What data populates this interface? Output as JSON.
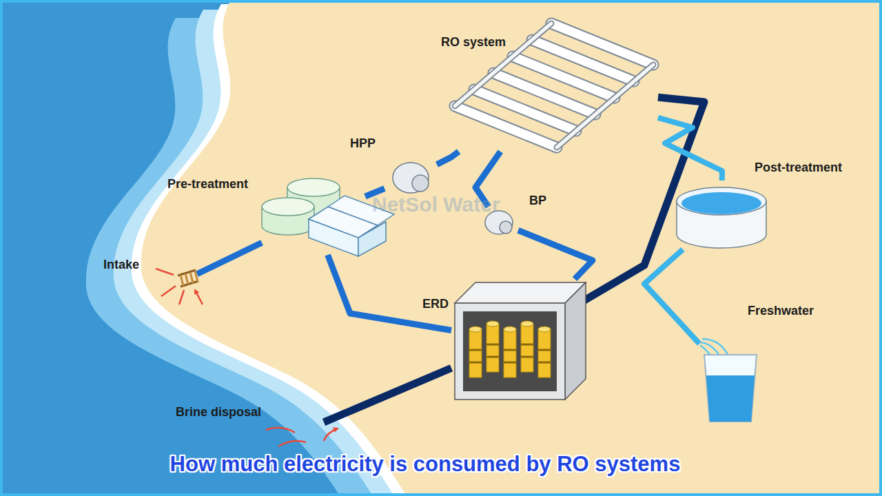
{
  "diagram": {
    "title": "How much electricity is consumed by RO systems",
    "nodes": [
      {
        "text": [
          "Intake"
        ]
      },
      {
        "text": [
          "Pre-treatment"
        ]
      },
      {
        "text": [
          "HPP"
        ]
      },
      {
        "text": [
          "BP"
        ]
      },
      {
        "text": [
          "RO system"
        ]
      },
      {
        "text": [
          "ERD"
        ]
      },
      {
        "text": [
          "Post-treatment"
        ]
      },
      {
        "text": [
          "Freshwater"
        ]
      },
      {
        "text": [
          "Brine disposal"
        ]
      }
    ],
    "edges": [
      {
        "from": 0,
        "to": 1,
        "arrow": "none"
      },
      {
        "from": 1,
        "to": 2,
        "arrow": "none"
      },
      {
        "from": 1,
        "to": 5,
        "arrow": "none"
      },
      {
        "from": 2,
        "to": 4,
        "arrow": "none"
      },
      {
        "from": 3,
        "to": 4,
        "arrow": "none"
      },
      {
        "from": 5,
        "to": 3,
        "arrow": "none"
      },
      {
        "from": 4,
        "to": 5,
        "arrow": "none"
      },
      {
        "from": 5,
        "to": 8,
        "arrow": "none"
      },
      {
        "from": 4,
        "to": 6,
        "arrow": "none"
      },
      {
        "from": 6,
        "to": 7,
        "arrow": "none"
      }
    ],
    "labels": [
      "NetSol Water"
    ]
  }
}
